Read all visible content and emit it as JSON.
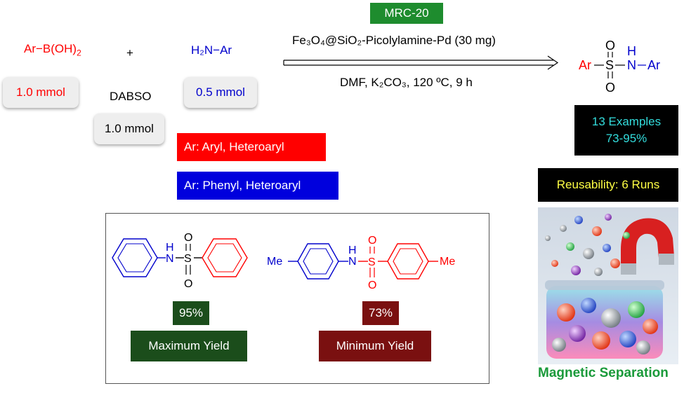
{
  "reagent": "MRC-20",
  "reactant1": {
    "formula": "Ar−B(OH)",
    "sub": "2",
    "amount": "1.0 mmol"
  },
  "plus": "+",
  "dabso": {
    "label": "DABSO",
    "amount": "1.0 mmol"
  },
  "reactant2": {
    "formula": "H₂N−Ar",
    "amount": "0.5 mmol"
  },
  "catalyst": "Fe₃O₄@SiO₂-Picolylamine-Pd (30 mg)",
  "conditions": "DMF, K₂CO₃, 120 ºC, 9 h",
  "product": {
    "ar_left": "Ar",
    "s": "S",
    "o_top": "O",
    "o_bottom": "O",
    "h": "H",
    "n": "N",
    "ar_right": "Ar"
  },
  "ar_def_red": "Ar: Aryl, Heteroaryl",
  "ar_def_blue": "Ar: Phenyl, Heteroaryl",
  "examples": {
    "line1": "13 Examples",
    "line2": "73-95%"
  },
  "reusability": "Reusability: 6 Runs",
  "separation": "Magnetic Separation",
  "struct1": {
    "h": "H",
    "n": "N",
    "s": "S",
    "o_top": "O",
    "o_bottom": "O"
  },
  "struct2": {
    "me_left": "Me",
    "h": "H",
    "n": "N",
    "s": "S",
    "o_top": "O",
    "o_bottom": "O",
    "me_right": "Me"
  },
  "max": {
    "yield": "95%",
    "label": "Maximum Yield"
  },
  "min": {
    "yield": "73%",
    "label": "Minimum Yield"
  },
  "colors": {
    "red": "#ff0000",
    "blue": "#0000cc",
    "green_box": "#1e8c2e",
    "dark_green": "#1b4d1b",
    "dark_red": "#7a1010",
    "cyan": "#33dddd",
    "yellow": "#ffff44",
    "sep_green": "#1a9a3a"
  }
}
